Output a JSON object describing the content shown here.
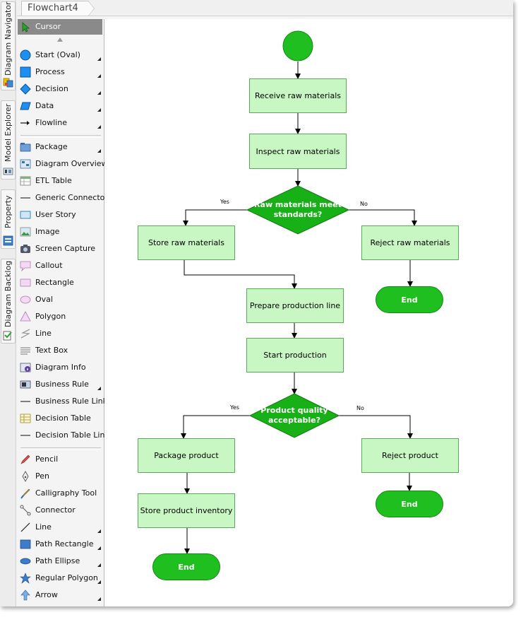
{
  "window": {
    "tab_title": "Flowchart4"
  },
  "side_tabs": [
    {
      "label": "Diagram Navigator",
      "icon": "diagram-navigator-icon"
    },
    {
      "label": "Model Explorer",
      "icon": "model-explorer-icon"
    },
    {
      "label": "Property",
      "icon": "property-icon"
    },
    {
      "label": "Diagram Backlog",
      "icon": "diagram-backlog-icon"
    }
  ],
  "palette": {
    "items": [
      {
        "label": "Cursor",
        "icon": "cursor-icon",
        "selected": true
      },
      {
        "label": "Start (Oval)",
        "icon": "start-oval-icon",
        "more": true
      },
      {
        "label": "Process",
        "icon": "process-icon",
        "more": true
      },
      {
        "label": "Decision",
        "icon": "decision-icon",
        "more": true
      },
      {
        "label": "Data",
        "icon": "data-icon",
        "more": true
      },
      {
        "label": "Flowline",
        "icon": "flowline-icon",
        "more": true
      },
      {
        "label": "Package",
        "icon": "package-icon",
        "more": true
      },
      {
        "label": "Diagram Overview",
        "icon": "diagram-overview-icon"
      },
      {
        "label": "ETL Table",
        "icon": "etl-table-icon"
      },
      {
        "label": "Generic Connector",
        "icon": "generic-connector-icon"
      },
      {
        "label": "User Story",
        "icon": "user-story-icon"
      },
      {
        "label": "Image",
        "icon": "image-icon"
      },
      {
        "label": "Screen Capture",
        "icon": "screen-capture-icon"
      },
      {
        "label": "Callout",
        "icon": "callout-icon"
      },
      {
        "label": "Rectangle",
        "icon": "rectangle-icon"
      },
      {
        "label": "Oval",
        "icon": "oval-icon"
      },
      {
        "label": "Polygon",
        "icon": "polygon-icon"
      },
      {
        "label": "Line",
        "icon": "line-icon"
      },
      {
        "label": "Text Box",
        "icon": "text-box-icon"
      },
      {
        "label": "Diagram Info",
        "icon": "diagram-info-icon"
      },
      {
        "label": "Business Rule",
        "icon": "business-rule-icon",
        "more": true
      },
      {
        "label": "Business Rule Link",
        "icon": "business-rule-link-icon"
      },
      {
        "label": "Decision Table",
        "icon": "decision-table-icon"
      },
      {
        "label": "Decision Table Link",
        "icon": "decision-table-link-icon"
      },
      {
        "label": "Pencil",
        "icon": "pencil-icon"
      },
      {
        "label": "Pen",
        "icon": "pen-icon"
      },
      {
        "label": "Calligraphy Tool",
        "icon": "calligraphy-tool-icon"
      },
      {
        "label": "Connector",
        "icon": "connector-icon"
      },
      {
        "label": "Line",
        "icon": "freehand-line-icon",
        "more": true
      },
      {
        "label": "Path Rectangle",
        "icon": "path-rectangle-icon",
        "more": true
      },
      {
        "label": "Path Ellipse",
        "icon": "path-ellipse-icon",
        "more": true
      },
      {
        "label": "Regular Polygon",
        "icon": "regular-polygon-icon",
        "more": true
      },
      {
        "label": "Arrow",
        "icon": "arrow-icon",
        "more": true
      }
    ]
  },
  "flowchart": {
    "colors": {
      "process_fill": "#c8f7c3",
      "terminal_fill": "#1fbf1f",
      "decision_fill": "#17b017",
      "connector": "#000000"
    },
    "nodes": {
      "receive": "Receive raw materials",
      "inspect": "Inspect raw materials",
      "decision1": "Raw materials meet standards?",
      "store_raw": "Store raw materials",
      "reject_raw": "Reject raw materials",
      "end1": "End",
      "prepare": "Prepare production line",
      "start_prod": "Start production",
      "decision2": "Product quality acceptable?",
      "package": "Package product",
      "reject_prod": "Reject product",
      "end2": "End",
      "store_inv": "Store product inventory",
      "end3": "End"
    },
    "edge_labels": {
      "d1_yes": "Yes",
      "d1_no": "No",
      "d2_yes": "Yes",
      "d2_no": "No"
    }
  }
}
